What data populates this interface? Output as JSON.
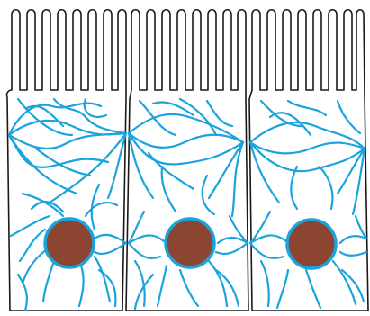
{
  "colors": {
    "outline": "#1a1a1a",
    "filament": "#1aa3dc",
    "nucleus_fill": "#8b4530",
    "nucleus_ring": "#1aa3dc",
    "background": "#ffffff"
  },
  "cells": [
    {
      "id": "cell-left"
    },
    {
      "id": "cell-middle"
    },
    {
      "id": "cell-right"
    }
  ]
}
